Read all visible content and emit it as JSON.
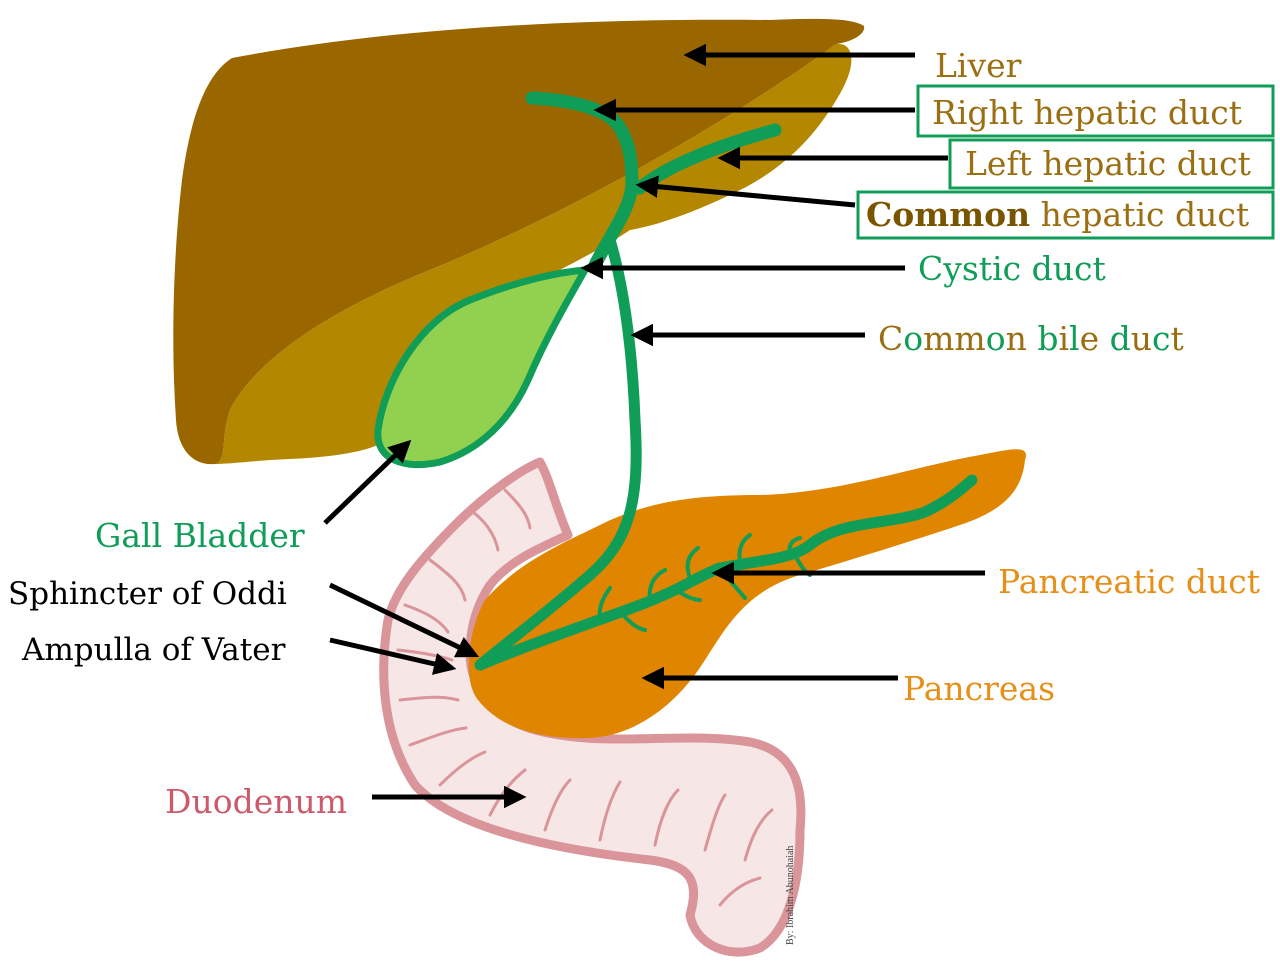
{
  "colors": {
    "liver_dark": "#996600",
    "liver_light": "#b48700",
    "liver_text": "#9b6e12",
    "bile_green": "#0f9d58",
    "gallbladder_fill": "#92d050",
    "pancreas_fill": "#e08500",
    "pancreas_text": "#e6901a",
    "duodenum_fill": "#f6e6e6",
    "duodenum_stroke": "#d9959a",
    "duodenum_text": "#cc5a6a",
    "arrow": "#000000",
    "label_black": "#000000",
    "box_border": "#0f9d58"
  },
  "labels": {
    "liver": "Liver",
    "right_hepatic_duct": "Right hepatic duct",
    "left_hepatic_duct": "Left hepatic duct",
    "common_hepatic_duct_word1": "Common",
    "common_hepatic_duct_rest": " hepatic duct",
    "cystic_duct": "Cystic duct",
    "common_bile_duct": {
      "c1": "C",
      "o1": "o",
      "mm": "mm",
      "o2": "o",
      "n": "n",
      "space": " ",
      "b": "b",
      "i": "i",
      "l": "l",
      "e": "e",
      "space2": " ",
      "d": "d",
      "u": "u",
      "c2": "c",
      "t": "t"
    },
    "gall_bladder": "Gall Bladder",
    "sphincter_of_oddi": "Sphincter of Oddi",
    "ampulla_of_vater": "Ampulla of Vater",
    "pancreatic_duct": "Pancreatic duct",
    "pancreas": "Pancreas",
    "duodenum": "Duodenum"
  },
  "credit": "By: Ibrahim Abunohaiah"
}
